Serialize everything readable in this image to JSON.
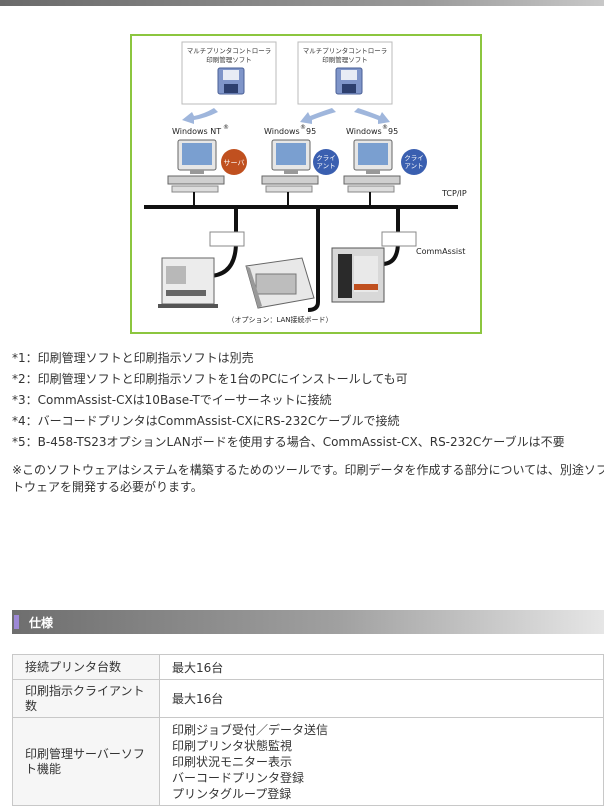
{
  "figure": {
    "software_box_line1": "マルチプリンタコントローラ",
    "software_box_line2": "印刷管理ソフト",
    "os_left": "Windows NT",
    "os_left_mark": "®",
    "os_mid": "Windows",
    "os_mid_mark": "®",
    "os_mid_ver": "95",
    "os_right": "Windows",
    "os_right_mark": "®",
    "os_right_ver": "95",
    "server_line": "サーバ",
    "client_line1": "クライ",
    "client_line2": "アント",
    "network_label": "TCP/IP",
    "commassist_label": "CommAssist",
    "caption": "（オプション：LAN接続ボード）",
    "colors": {
      "border": "#8cc63f",
      "server": "#c0501f",
      "client": "#3a5fb0",
      "arrow": "#9fb6dc"
    }
  },
  "notes": [
    "*1：印刷管理ソフトと印刷指示ソフトは別売",
    "*2：印刷管理ソフトと印刷指示ソフトを1台のPCにインストールしても可",
    "*3：CommAssist-CXは10Base-Tでイーサーネットに接続",
    "*4：バーコードプリンタはCommAssist-CXにRS-232Cケーブルで接続",
    "*5：B-458-TS23オプションLANボードを使用する場合、CommAssist-CX、RS-232Cケーブルは不要"
  ],
  "disclaimer": "※このソフトウェアはシステムを構築するためのツールです。印刷データを作成する部分については、別途ソフトウェアを開発する必要がります。",
  "spec": {
    "title": "仕様",
    "rows": [
      {
        "key": "接続プリンタ台数",
        "value": "最大16台"
      },
      {
        "key": "印刷指示クライアント数",
        "value": "最大16台"
      },
      {
        "key": "印刷管理サーバーソフト機能",
        "values": [
          "印刷ジョブ受付／データ送信",
          "印刷プリンタ状態監視",
          "印刷状況モニター表示",
          "バーコードプリンタ登録",
          "プリンタグループ登録"
        ]
      }
    ]
  }
}
